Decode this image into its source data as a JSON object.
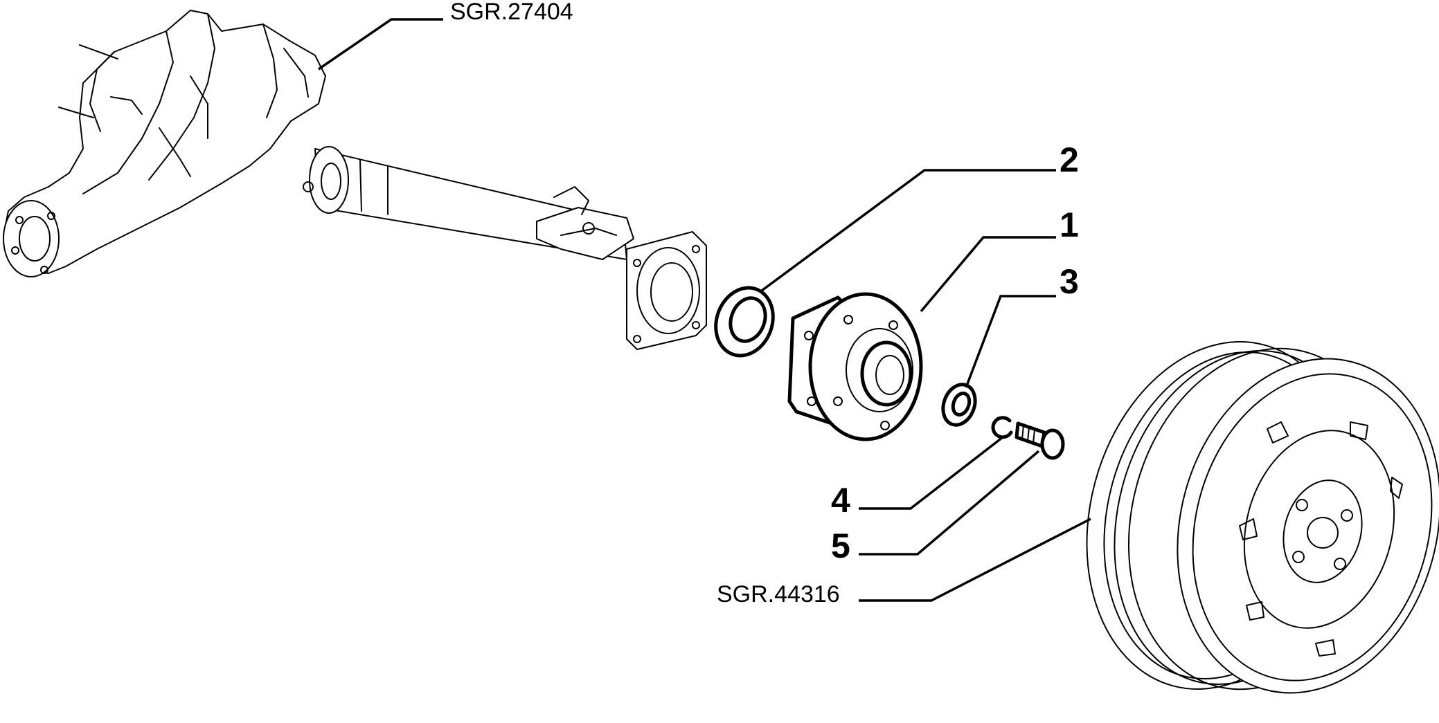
{
  "refs": {
    "axle": "SGR.27404",
    "wheel": "SGR.44316"
  },
  "parts": [
    {
      "id": "1",
      "label": "1"
    },
    {
      "id": "2",
      "label": "2"
    },
    {
      "id": "3",
      "label": "3"
    },
    {
      "id": "4",
      "label": "4"
    },
    {
      "id": "5",
      "label": "5"
    }
  ]
}
